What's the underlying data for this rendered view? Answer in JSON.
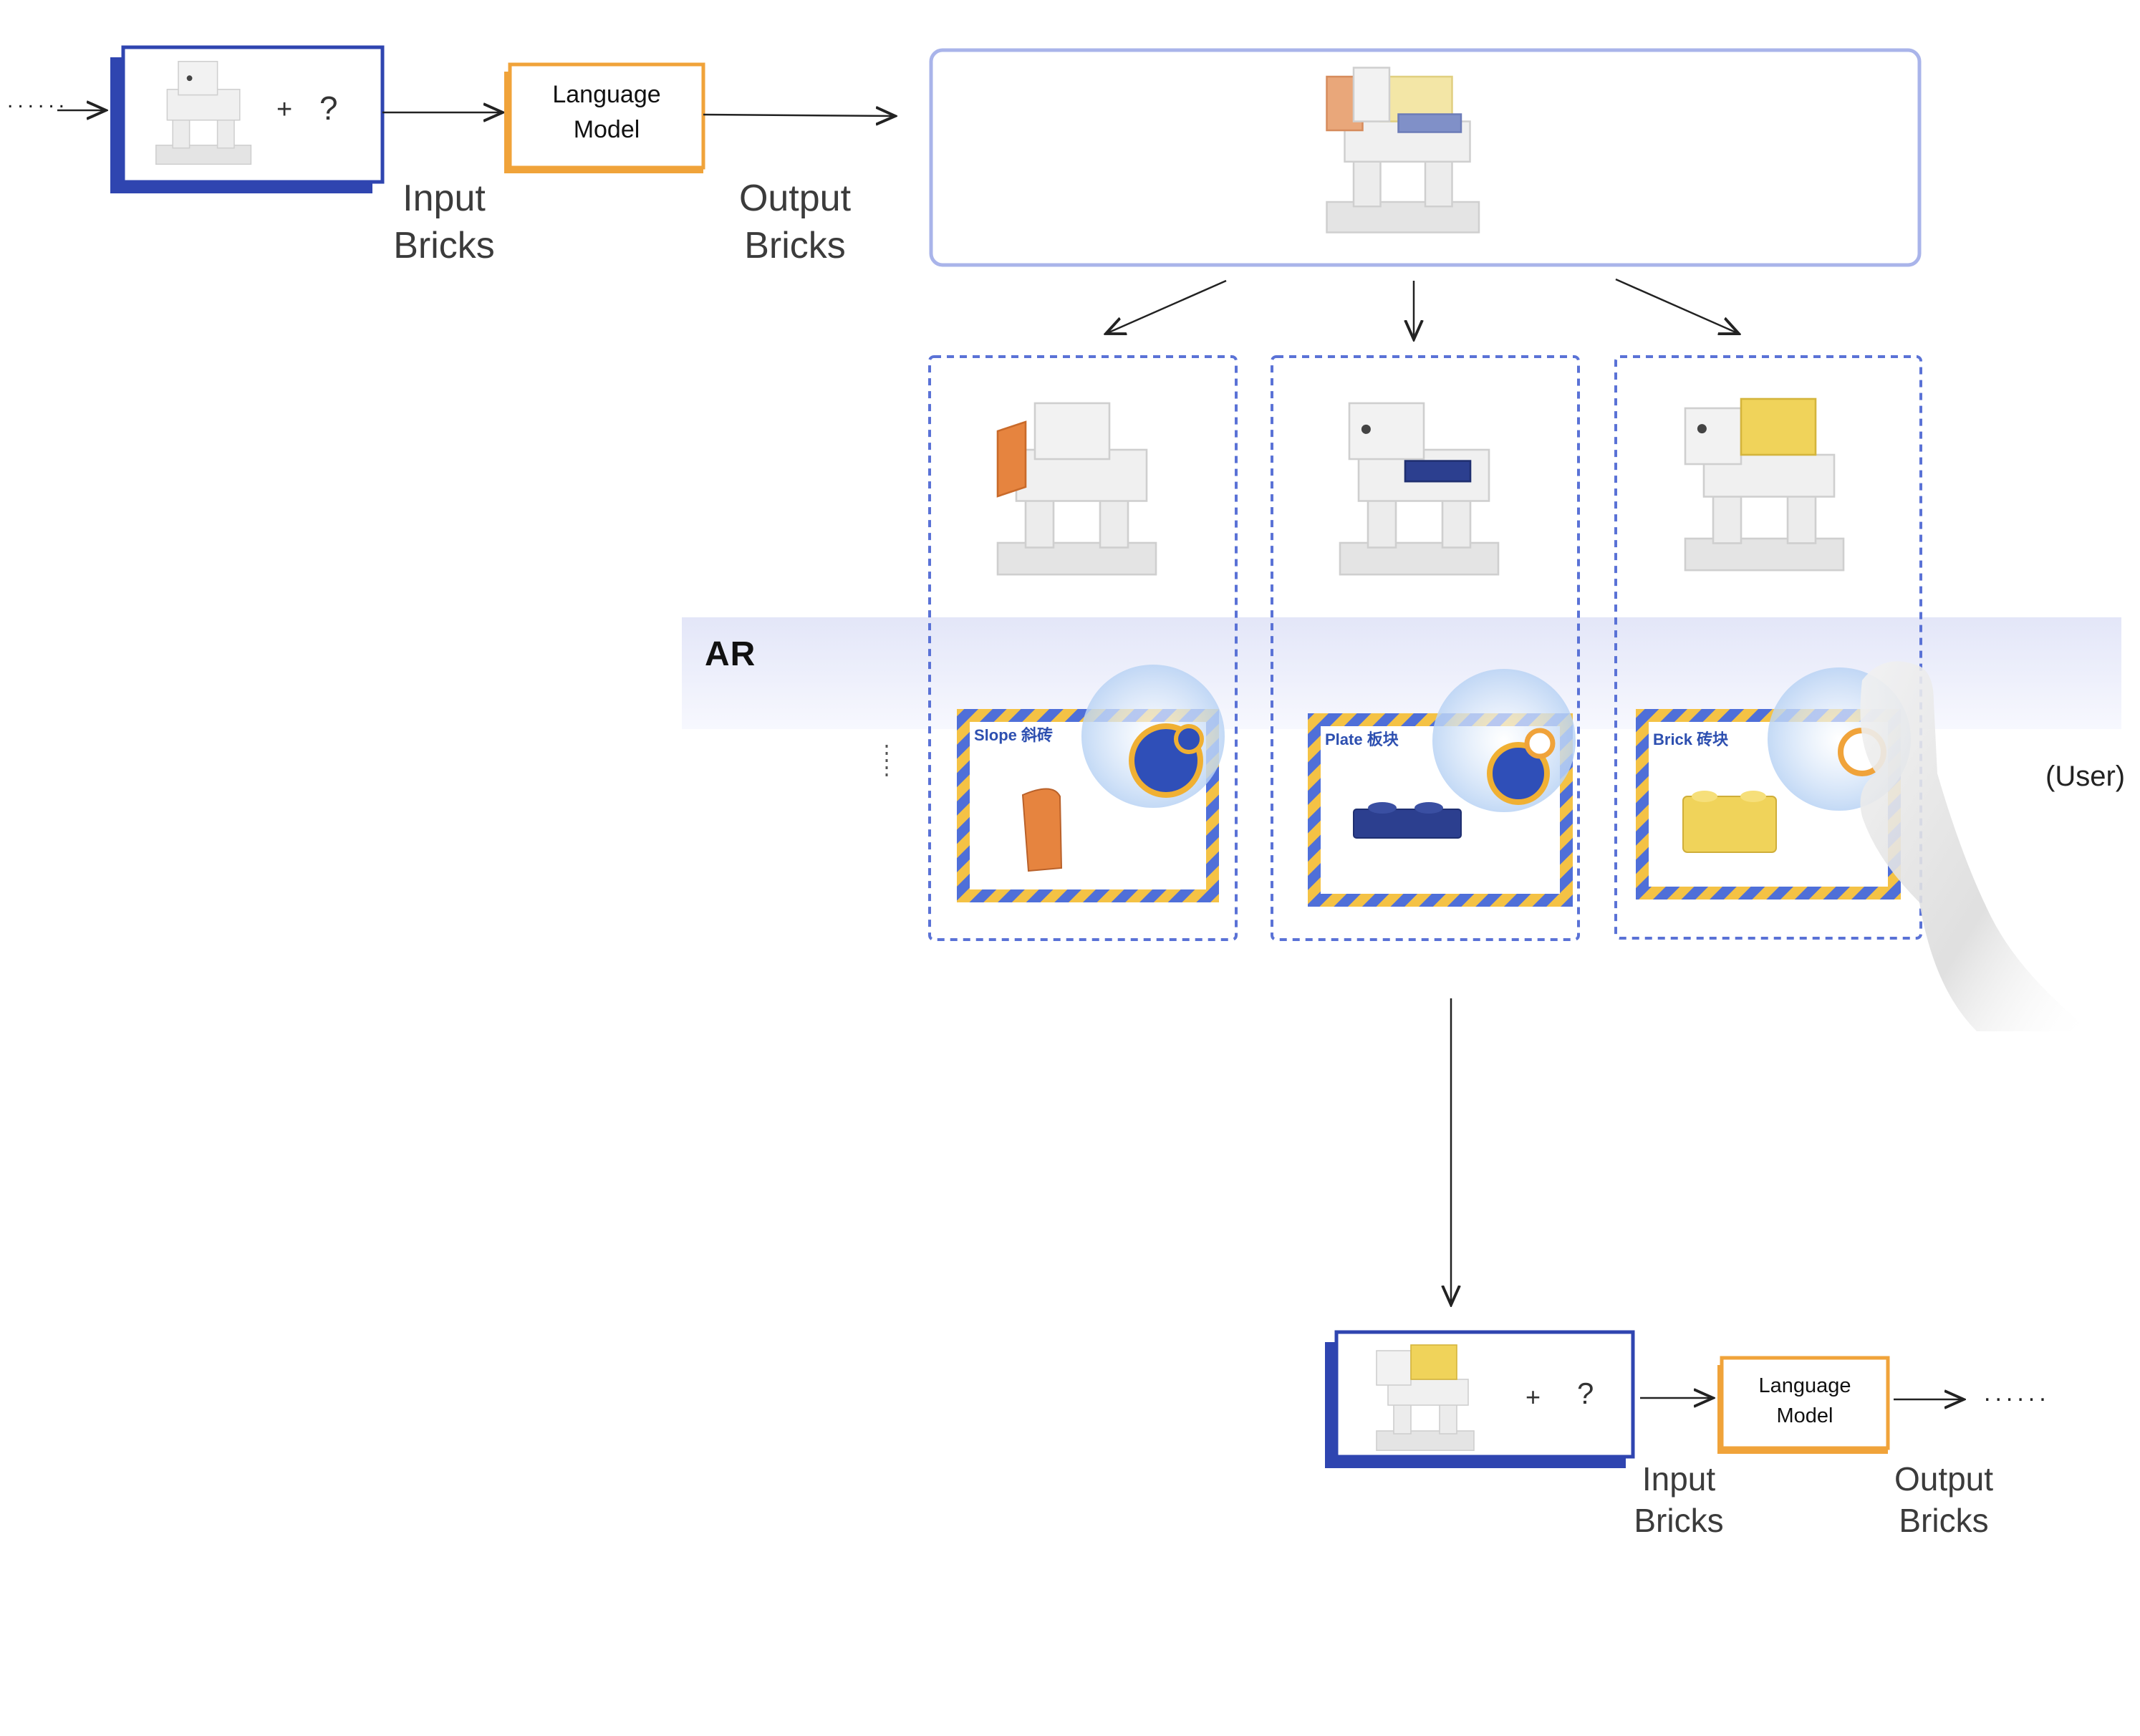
{
  "top_flow": {
    "leading_dots": "......",
    "plus": "+",
    "question": "?",
    "model_label": "Language\nModel",
    "input_label": "Input\nBricks",
    "output_label": "Output\nBricks"
  },
  "ar_band": {
    "label": "AR"
  },
  "cards": [
    {
      "title": "Slope 斜砖",
      "brick": "slope"
    },
    {
      "title": "Plate 板块",
      "brick": "plate"
    },
    {
      "title": "Brick 砖块",
      "brick": "brick"
    }
  ],
  "user_label": "(User)",
  "bottom_flow": {
    "plus": "+",
    "question": "?",
    "model_label": "Language\nModel",
    "input_label": "Input\nBricks",
    "output_label": "Output\nBricks",
    "trailing_dots": "......"
  },
  "colors": {
    "navy_frame": "#2f45b0",
    "model_orange": "#f0a33a",
    "output_frame": "#a9b4ea",
    "dashed_frame": "#5a72d6",
    "ar_band": "#e9ebfa",
    "slope_brick": "#e6843f",
    "plate_brick": "#2c3f8f",
    "brick_brick": "#f0d35a"
  }
}
